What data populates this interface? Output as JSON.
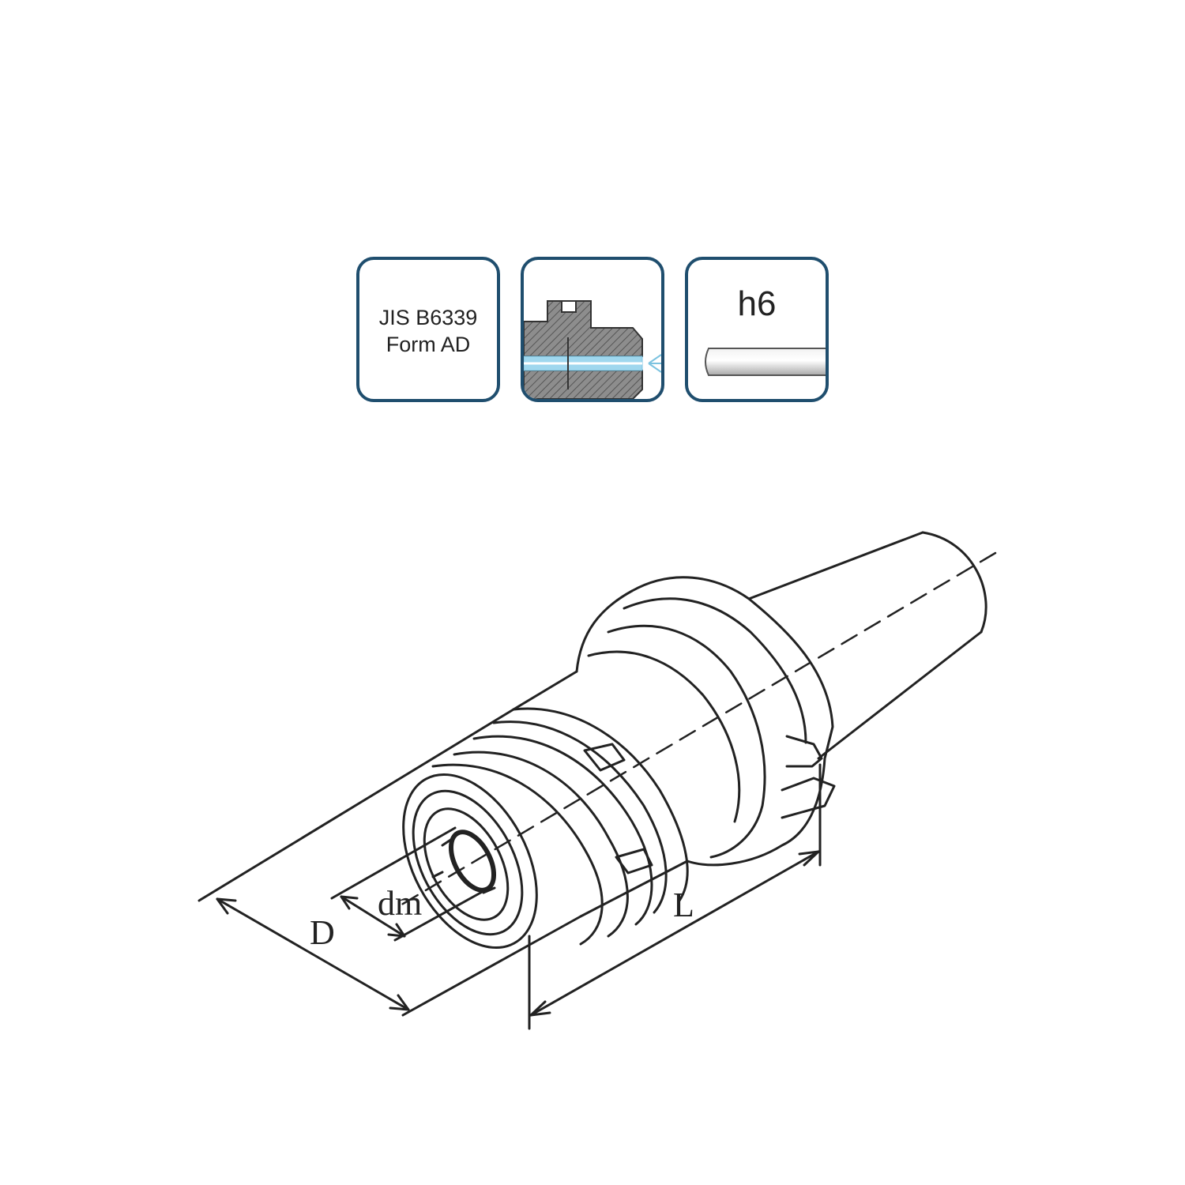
{
  "badges": {
    "standard": {
      "line1": "JIS B6339",
      "line2": "Form AD",
      "icon": "standard-label-icon"
    },
    "coolant": {
      "icon": "through-coolant-icon",
      "coolant_color": "#9fd7ee"
    },
    "tolerance": {
      "label": "h6",
      "icon": "shank-pin-icon"
    }
  },
  "drawing": {
    "icon": "collet-chuck-holder-icon",
    "dimensions": {
      "outer_diameter": "D",
      "collet_diameter": "dm",
      "length": "L"
    }
  },
  "colors": {
    "badge_border": "#1f4e6e",
    "line": "#222222"
  }
}
